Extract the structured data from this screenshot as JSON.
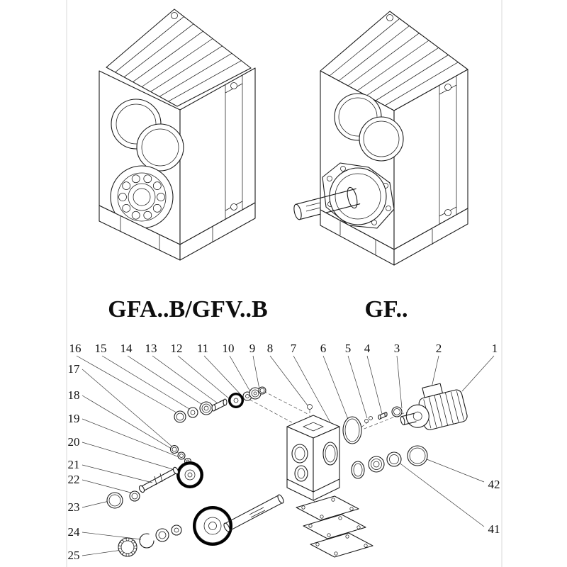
{
  "page": {
    "background": "#ffffff",
    "line_color": "#1c1c1c"
  },
  "drawings": {
    "left": {
      "label": "GFA..B/GFV..B"
    },
    "right": {
      "label": "GF.."
    }
  },
  "exploded_view": {
    "top_numbers": [
      "16",
      "15",
      "14",
      "13",
      "12",
      "11",
      "10",
      "9",
      "8",
      "7",
      "6",
      "5",
      "4",
      "3",
      "2",
      "1"
    ],
    "left_numbers": [
      "17",
      "18",
      "19",
      "20",
      "21",
      "22",
      "23",
      "24",
      "25"
    ],
    "right_numbers": [
      "42",
      "41"
    ]
  }
}
